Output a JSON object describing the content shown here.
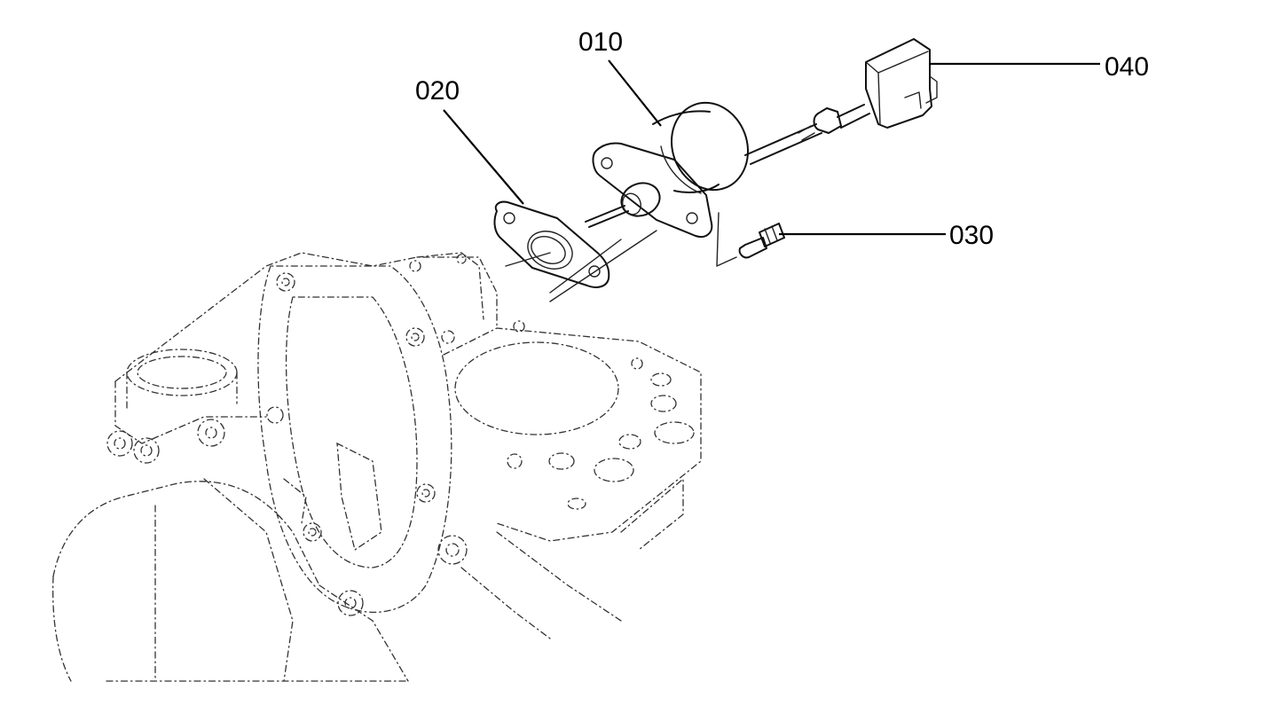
{
  "diagram": {
    "callouts": {
      "part_010": "010",
      "part_020": "020",
      "part_030": "030",
      "part_040": "040"
    }
  }
}
